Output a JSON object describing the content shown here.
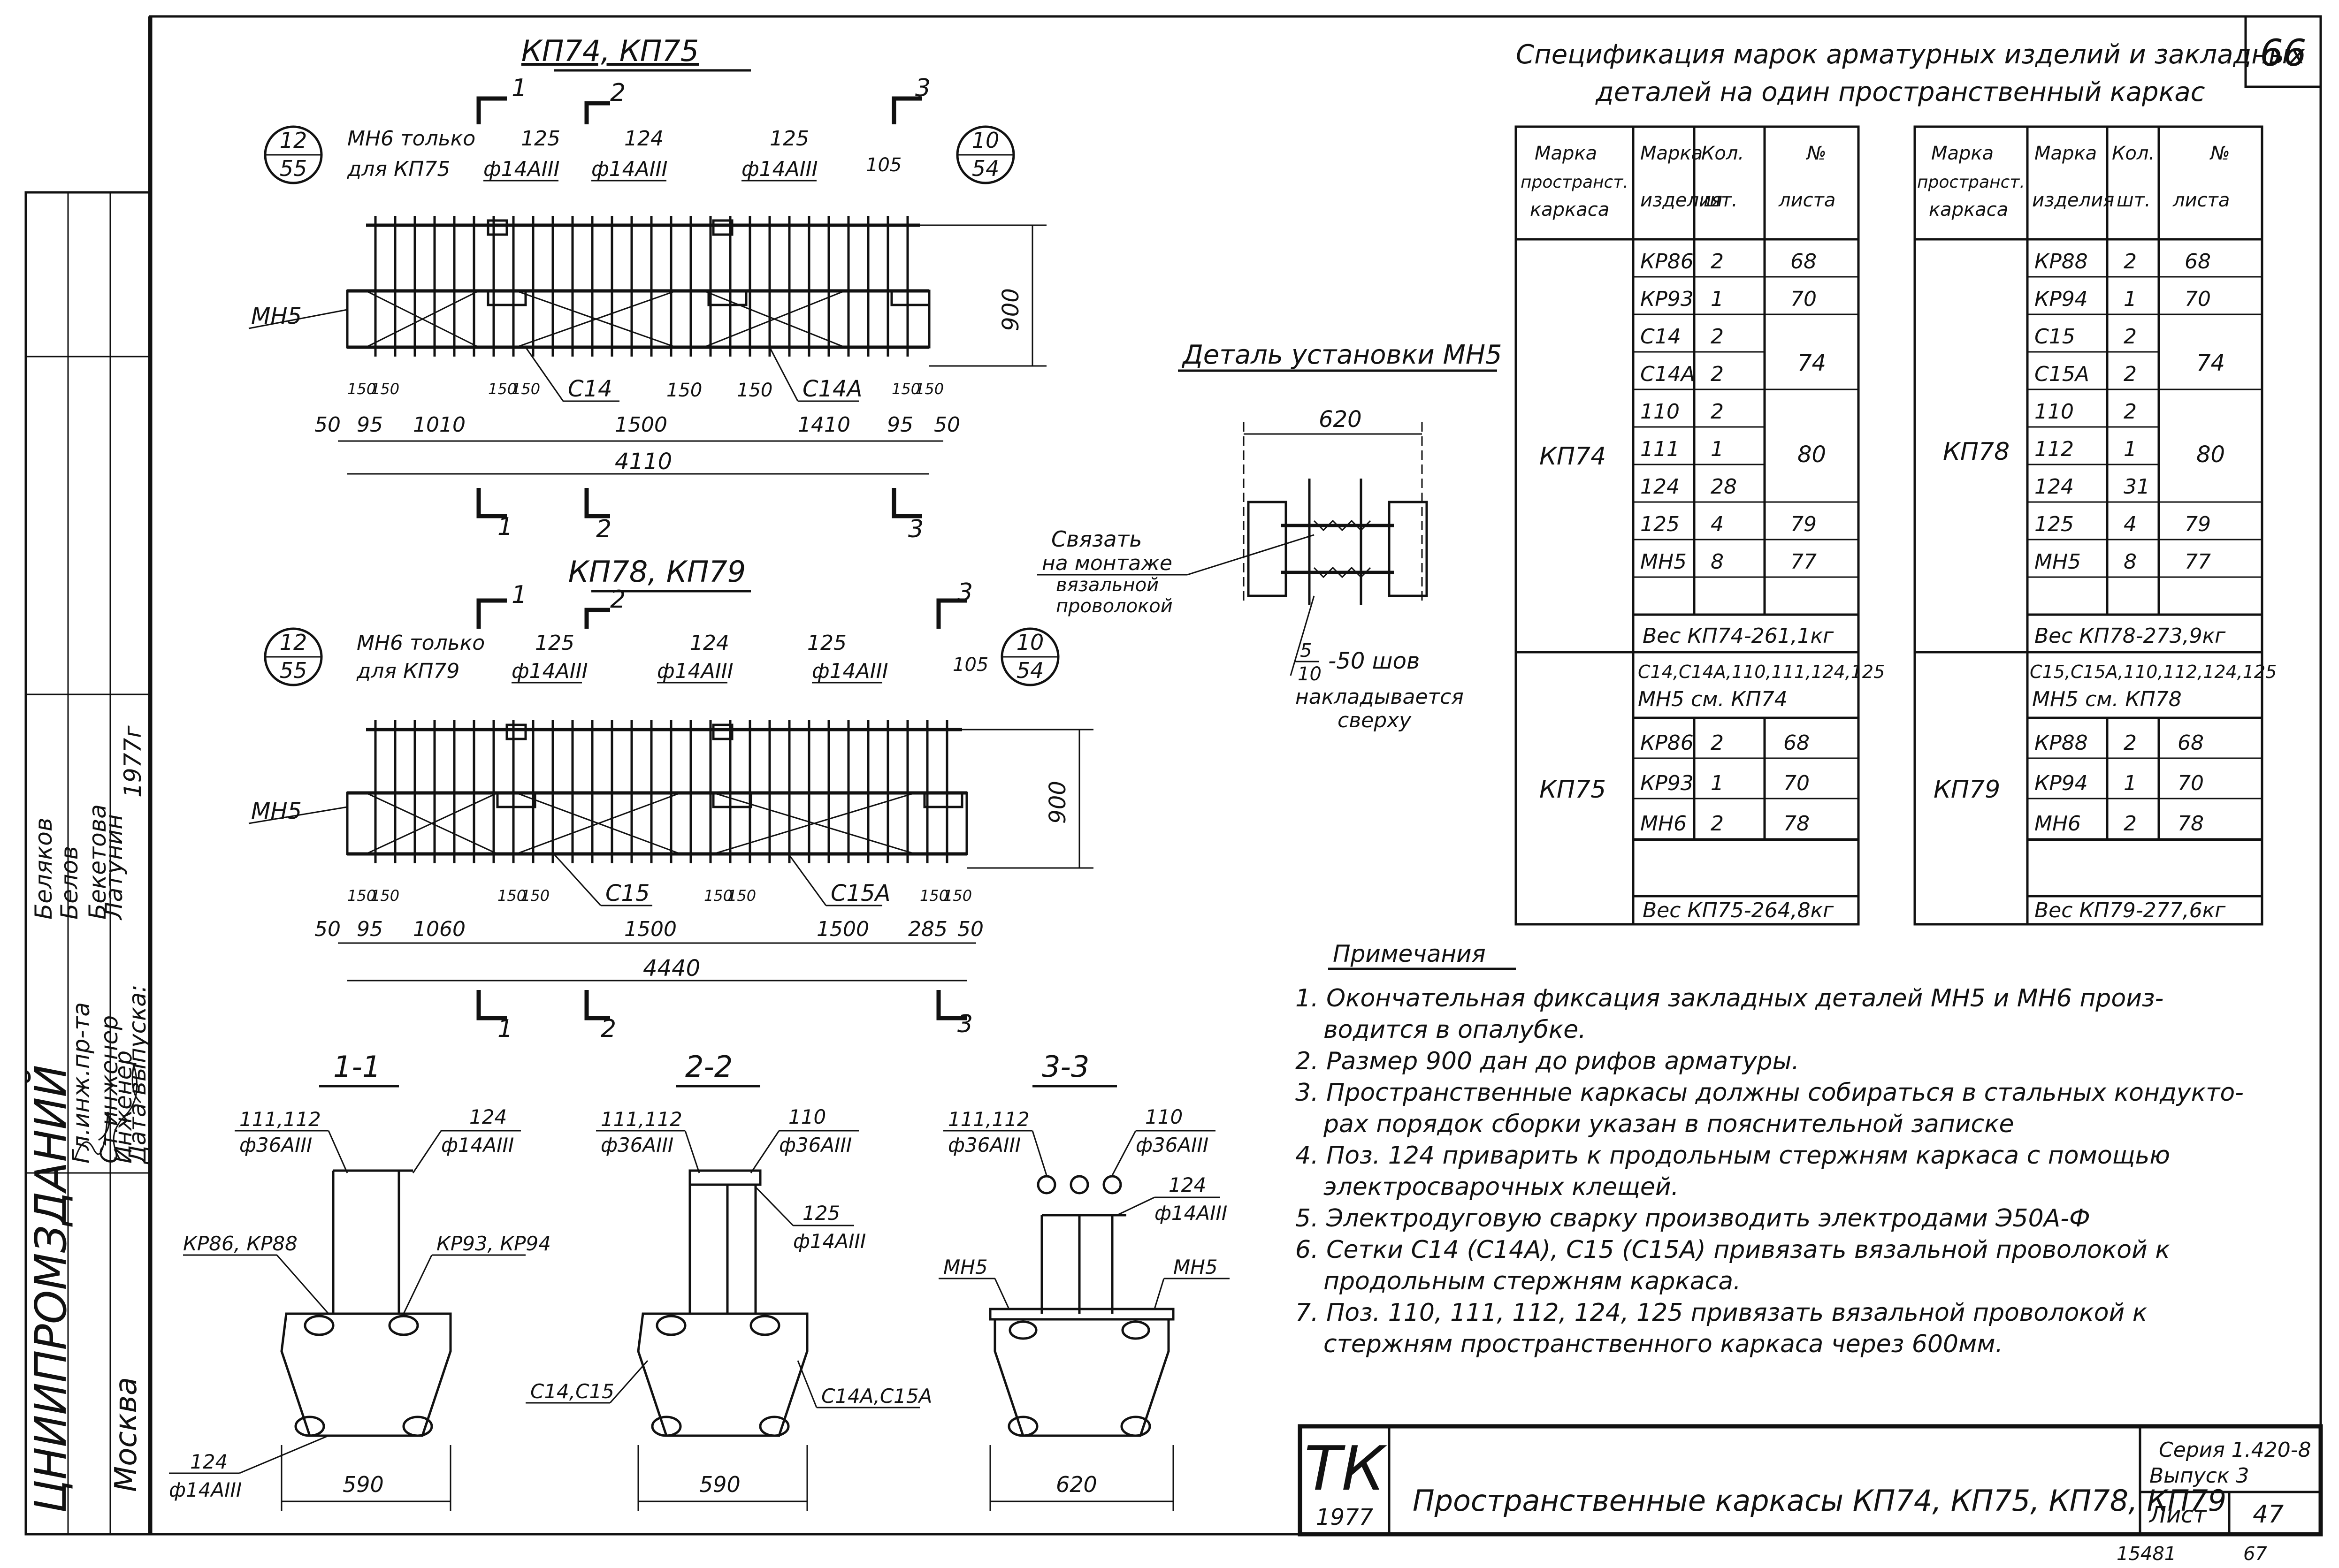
{
  "sheet": {
    "number": "66",
    "org": "ЦНИИПРОМЗДАНИЙ",
    "city": "Москва",
    "stamp_roles": [
      "Гл.инж.пр-та",
      "Ст.инженер",
      "Инженер",
      "Дата выпуска:"
    ],
    "stamp_names": [
      "Беляков",
      "Белов",
      "Бекетова",
      "Латунин"
    ],
    "stamp_year": "1977г",
    "title_block": {
      "tk": "ТК",
      "tk_year": "1977",
      "title": "Пространственные каркасы КП74, КП75, КП78, КП79",
      "series": "Серия 1.420-8",
      "issue": "Выпуск 3",
      "sheet_label": "Лист",
      "sheet_no": "47",
      "under_left": "15481",
      "under_right": "67"
    }
  },
  "views": {
    "top": {
      "title": "КП74, КП75",
      "callout_left": [
        "12",
        "55"
      ],
      "callout_right": [
        "10",
        "54"
      ],
      "mh6_note": [
        "МН6 только",
        "для КП75"
      ],
      "rods": [
        [
          "125",
          "ф14АIII"
        ],
        [
          "124",
          "ф14АIII"
        ],
        [
          "125",
          "ф14АIII"
        ]
      ],
      "mh5": "МН5",
      "meshes": [
        "С14",
        "С14А"
      ],
      "height": "900",
      "dim_small": [
        "150",
        "150",
        "150",
        "150",
        "150",
        "150",
        "150",
        "150"
      ],
      "dims": [
        "50",
        "95",
        "1010",
        "1500",
        "1410",
        "95",
        "50"
      ],
      "overall": "4110",
      "offset": "105",
      "sections": [
        "1",
        "2",
        "3"
      ]
    },
    "bottom": {
      "title": "КП78, КП79",
      "callout_left": [
        "12",
        "55"
      ],
      "callout_right": [
        "10",
        "54"
      ],
      "mh6_note": [
        "МН6 только",
        "для КП79"
      ],
      "rods": [
        [
          "125",
          "ф14АIII"
        ],
        [
          "124",
          "ф14АIII"
        ],
        [
          "125",
          "ф14АIII"
        ]
      ],
      "mh5": "МН5",
      "meshes": [
        "С15",
        "С15А"
      ],
      "height": "900",
      "dim_small": [
        "150",
        "150",
        "150",
        "150",
        "150",
        "150",
        "150",
        "150"
      ],
      "dims": [
        "50",
        "95",
        "1060",
        "1500",
        "1500",
        "285",
        "50"
      ],
      "overall": "4440",
      "offset": "105",
      "sections": [
        "1",
        "2",
        "3"
      ]
    }
  },
  "detail": {
    "title": "Деталь установки МН5",
    "width": "620",
    "tie_note": [
      "Связать",
      "на монтаже",
      "вязальной",
      "проволокой"
    ],
    "weld_frac": [
      "5",
      "10"
    ],
    "weld_text": "-50 шов",
    "weld_note": [
      "накладывается",
      "сверху"
    ]
  },
  "sections": [
    {
      "title": "1-1",
      "top_left": [
        "111,112",
        "ф36АIII"
      ],
      "top_right": [
        "124",
        "ф14АIII"
      ],
      "side_left": "КР86, КР88",
      "side_right": "КР93, КР94",
      "bottom_label": [
        "124",
        "ф14АIII"
      ],
      "width": "590"
    },
    {
      "title": "2-2",
      "top_left": [
        "111,112",
        "ф36АIII"
      ],
      "top_right": [
        "110",
        "ф36АIII"
      ],
      "mid_right": [
        "125",
        "ф14АIII"
      ],
      "side_left": "С14,С15",
      "side_right": "С14А,С15А",
      "width": "590"
    },
    {
      "title": "3-3",
      "top_left": [
        "111,112",
        "ф36АIII"
      ],
      "top_right": [
        "110",
        "ф36АIII"
      ],
      "mid_right": [
        "124",
        "ф14АIII"
      ],
      "side_left": "МН5",
      "side_right": "МН5",
      "width": "620"
    }
  ],
  "spec": {
    "title_line1": "Спецификация марок арматурных изделий и закладных",
    "title_line2": "деталей на один пространственный каркас",
    "left_table": {
      "headers": [
        [
          "Марка",
          "пространст.",
          "каркаса"
        ],
        [
          "Марка",
          "изделия"
        ],
        [
          "Кол.",
          "шт."
        ],
        [
          "№",
          "листа"
        ]
      ],
      "group1": {
        "mark": "КП74",
        "rows": [
          [
            "КР86",
            "2",
            "68"
          ],
          [
            "КР93",
            "1",
            "70"
          ],
          [
            "С14",
            "2",
            ""
          ],
          [
            "С14А",
            "2",
            ""
          ],
          [
            "110",
            "2",
            ""
          ],
          [
            "111",
            "1",
            ""
          ],
          [
            "124",
            "28",
            ""
          ],
          [
            "125",
            "4",
            "79"
          ],
          [
            "МН5",
            "8",
            "77"
          ]
        ],
        "merged": [
          {
            "rows": "2-3",
            "sheet": "74"
          },
          {
            "rows": "4-6",
            "sheet": "80"
          }
        ],
        "weight": "Вес КП74-261,1кг"
      },
      "group2": {
        "mark": "КП75",
        "note": [
          "С14,С14А,110,111,124,125",
          "МН5 см. КП74"
        ],
        "rows": [
          [
            "КР86",
            "2",
            "68"
          ],
          [
            "КР93",
            "1",
            "70"
          ],
          [
            "МН6",
            "2",
            "78"
          ]
        ],
        "weight": "Вес КП75-264,8кг"
      }
    },
    "right_table": {
      "headers": [
        [
          "Марка",
          "пространст.",
          "каркаса"
        ],
        [
          "Марка",
          "изделия"
        ],
        [
          "Кол.",
          "шт."
        ],
        [
          "№",
          "листа"
        ]
      ],
      "group1": {
        "mark": "КП78",
        "rows": [
          [
            "КР88",
            "2",
            "68"
          ],
          [
            "КР94",
            "1",
            "70"
          ],
          [
            "С15",
            "2",
            ""
          ],
          [
            "С15А",
            "2",
            ""
          ],
          [
            "110",
            "2",
            ""
          ],
          [
            "112",
            "1",
            ""
          ],
          [
            "124",
            "31",
            ""
          ],
          [
            "125",
            "4",
            "79"
          ],
          [
            "МН5",
            "8",
            "77"
          ]
        ],
        "merged": [
          {
            "rows": "2-3",
            "sheet": "74"
          },
          {
            "rows": "4-6",
            "sheet": "80"
          }
        ],
        "weight": "Вес КП78-273,9кг"
      },
      "group2": {
        "mark": "КП79",
        "note": [
          "С15,С15А,110,112,124,125",
          "МН5 см. КП78"
        ],
        "rows": [
          [
            "КР88",
            "2",
            "68"
          ],
          [
            "КР94",
            "1",
            "70"
          ],
          [
            "МН6",
            "2",
            "78"
          ]
        ],
        "weight": "Вес КП79-277,6кг"
      }
    }
  },
  "notes": {
    "title": "Примечания",
    "lines": [
      "1. Окончательная фиксация закладных деталей МН5 и МН6 произ-",
      "водится в опалубке.",
      "2. Размер 900 дан до рифов арматуры.",
      "3. Пространственные каркасы должны собираться в стальных кондукто-",
      "рах порядок сборки указан в пояснительной записке",
      "4. Поз. 124 приварить к продольным стержням каркаса с помощью",
      "электросварочных клещей.",
      "5. Электродуговую сварку производить электродами Э50А-Ф",
      "6. Сетки С14 (С14А), С15 (С15А) привязать вязальной проволокой к",
      "продольным стержням каркаса.",
      "7. Поз. 110, 111, 112, 124, 125 привязать вязальной проволокой к",
      "стержням пространственного каркаса через 600мм."
    ]
  }
}
